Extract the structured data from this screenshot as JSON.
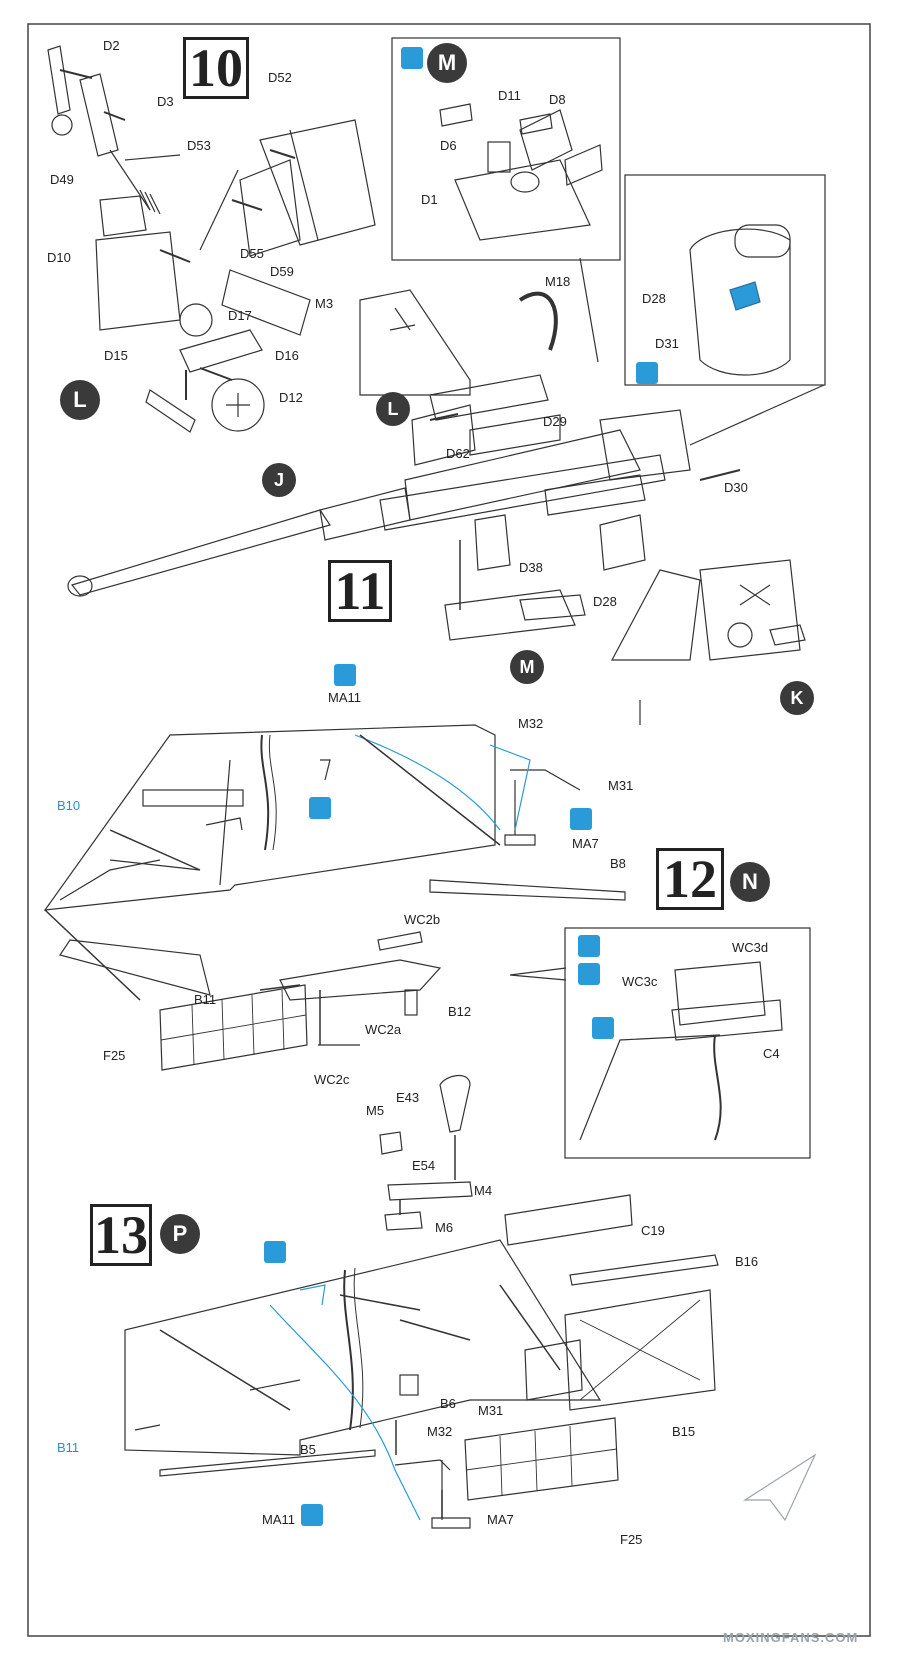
{
  "steps": {
    "s10": "10",
    "s11": "11",
    "s12": "12",
    "s13": "13"
  },
  "sub_assemblies": {
    "L": "L",
    "M": "M",
    "K": "K",
    "N": "N",
    "P": "P"
  },
  "parts": {
    "D2": "D2",
    "D3": "D3",
    "D49": "D49",
    "D53": "D53",
    "D52": "D52",
    "D10": "D10",
    "D55": "D55",
    "D59": "D59",
    "D17": "D17",
    "M3": "M3",
    "D16": "D16",
    "D15": "D15",
    "D12": "D12",
    "D11": "D11",
    "D8": "D8",
    "D6": "D6",
    "D1": "D1",
    "M18": "M18",
    "D28a": "D28",
    "D31": "D31",
    "D29": "D29",
    "D62": "D62",
    "D30": "D30",
    "J": "J",
    "D38": "D38",
    "D28b": "D28",
    "MA11a": "MA11",
    "M32a": "M32",
    "M31a": "M31",
    "B10": "B10",
    "MA7a": "MA7",
    "B8": "B8",
    "WC2b": "WC2b",
    "B11a": "B11",
    "B12": "B12",
    "WC2a": "WC2a",
    "F25a": "F25",
    "WC2c": "WC2c",
    "WC3c": "WC3c",
    "WC3d": "WC3d",
    "C4": "C4",
    "E43": "E43",
    "M5": "M5",
    "E54": "E54",
    "M4": "M4",
    "M6": "M6",
    "C19": "C19",
    "B16": "B16",
    "B6": "B6",
    "B15": "B15",
    "M32b": "M32",
    "M31b": "M31",
    "B11b": "B11",
    "B5": "B5",
    "F25b": "F25",
    "MA11b": "MA11",
    "MA7b": "MA7"
  },
  "watermark": "MOXINGFANS.COM",
  "colors": {
    "ink": "#222222",
    "accent_blue": "#2a9bd8",
    "circle": "#3a3a3a"
  },
  "icons": [
    "paint-icon",
    "glue-icon",
    "sand-icon",
    "decal-icon"
  ]
}
